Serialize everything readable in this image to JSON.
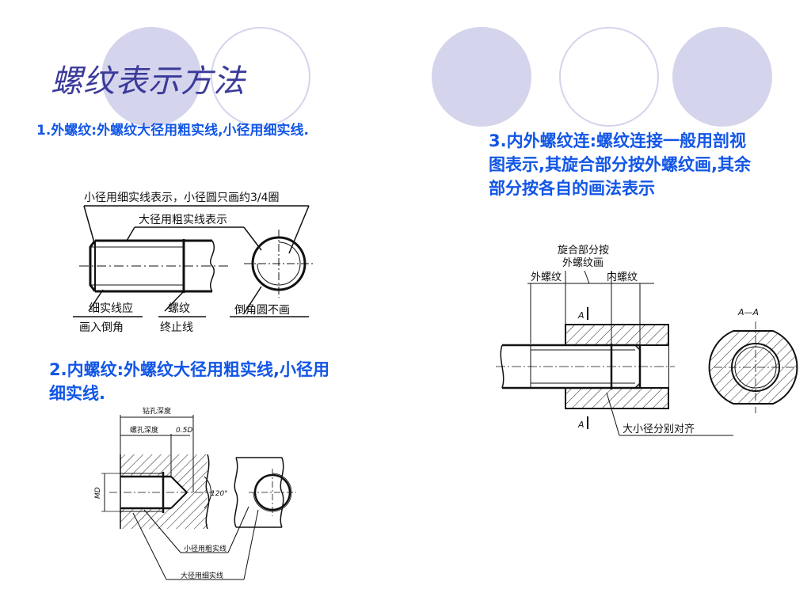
{
  "slide": {
    "title": "螺纹表示方法",
    "section1": "1.外螺纹:外螺纹大径用粗实线,小径用细实线.",
    "section2": "2.内螺纹:外螺纹大径用粗实线,小径用细实线.",
    "section3": "3.内外螺纹连:螺纹连接一般用剖视图表示,其旋合部分按外螺纹画,其余部分按各自的画法表示"
  },
  "figure1": {
    "label_top": "小径用细实线表示，小径圆只画约3/4圈",
    "label_major": "大径用粗实线表示",
    "label_chamfer_1": "细实线应",
    "label_chamfer_2": "画入倒角",
    "label_end_1": "螺纹",
    "label_end_2": "终止线",
    "label_circle": "倒角圆不画"
  },
  "figure2": {
    "label_drill_depth": "钻孔深度",
    "label_thread_depth": "螺孔深度",
    "label_05d": "0.5D",
    "label_md": "MD",
    "label_angle": "120°",
    "label_minor": "小径用粗实线",
    "label_major": "大径用细实线"
  },
  "figure3": {
    "label_engage_1": "旋合部分按",
    "label_engage_2": "外螺纹画",
    "label_external": "外螺纹",
    "label_internal": "内螺纹",
    "label_a_top": "A",
    "label_a_bottom": "A",
    "label_section": "A—A",
    "label_align": "大小径分别对齐"
  }
}
